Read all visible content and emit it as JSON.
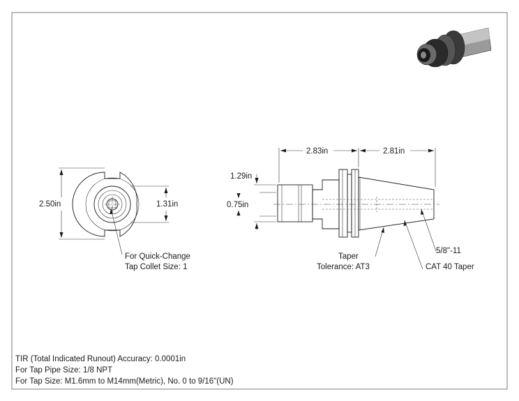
{
  "front_view": {
    "outer_diameter": "2.50in",
    "bore_diameter": "1.31in",
    "callout_line1": "For Quick-Change",
    "callout_line2": "Tap Collet Size:  1"
  },
  "side_view": {
    "length_1": "2.83in",
    "length_2": "2.81in",
    "dim_a": "1.29in",
    "dim_b": "0.75in",
    "taper_label": "Taper",
    "tolerance_label": "Tolerance: AT3",
    "thread_label": "5/8\"-11",
    "taper_type": "CAT 40 Taper"
  },
  "notes": [
    "TIR (Total Indicated Runout) Accuracy: 0.0001in",
    "For Tap Pipe Size: 1/8 NPT",
    "For Tap Size: M1.6mm to M14mm(Metric), No. 0 to 9/16\"(UN)"
  ],
  "colors": {
    "line": "#1a1a1a",
    "border": "#7a7a7a",
    "iso_dark": "#2a2a2a",
    "iso_light": "#8c8c8c"
  }
}
